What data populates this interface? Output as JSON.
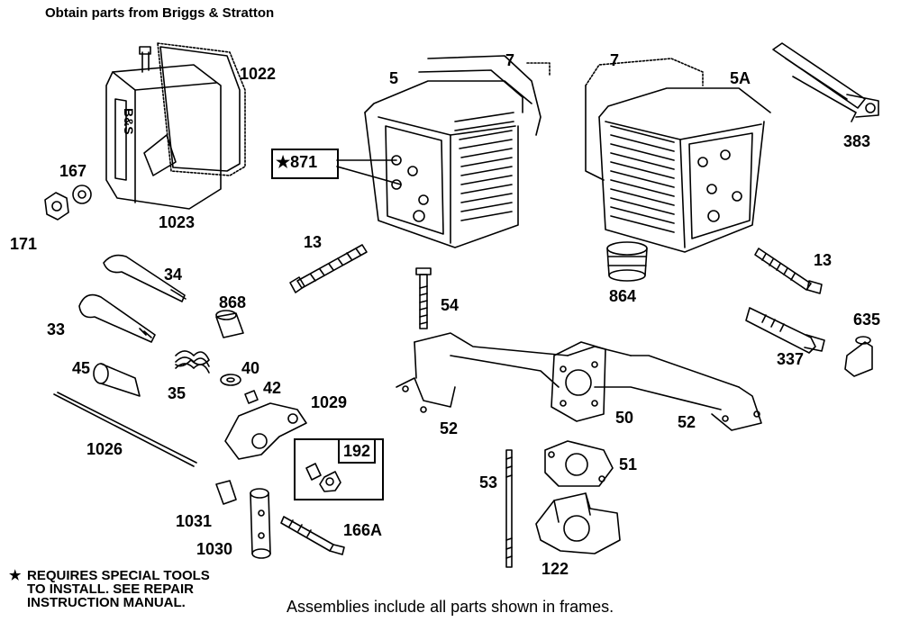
{
  "header": {
    "text": "Obtain parts from Briggs & Stratton"
  },
  "labels": {
    "p1022": "1022",
    "p1023": "1023",
    "p167": "167",
    "p171": "171",
    "p5": "5",
    "p7a": "7",
    "p7b": "7",
    "p5a": "5A",
    "p871": "★871",
    "p383": "383",
    "p13a": "13",
    "p13b": "13",
    "p34": "34",
    "p33": "33",
    "p868": "868",
    "p864": "864",
    "p54": "54",
    "p635": "635",
    "p337": "337",
    "p45": "45",
    "p35": "35",
    "p40": "40",
    "p42": "42",
    "p1029": "1029",
    "p1026": "1026",
    "p52a": "52",
    "p50": "50",
    "p52b": "52",
    "p192": "192",
    "p53": "53",
    "p51": "51",
    "p1031": "1031",
    "p1030": "1030",
    "p166a": "166A",
    "p122": "122"
  },
  "note": {
    "star": "★",
    "line1": "REQUIRES SPECIAL TOOLS",
    "line2": "TO INSTALL.  SEE REPAIR",
    "line3": "INSTRUCTION MANUAL."
  },
  "footer": {
    "text": "Assemblies include all parts shown in frames."
  },
  "logo_text": "B&S"
}
